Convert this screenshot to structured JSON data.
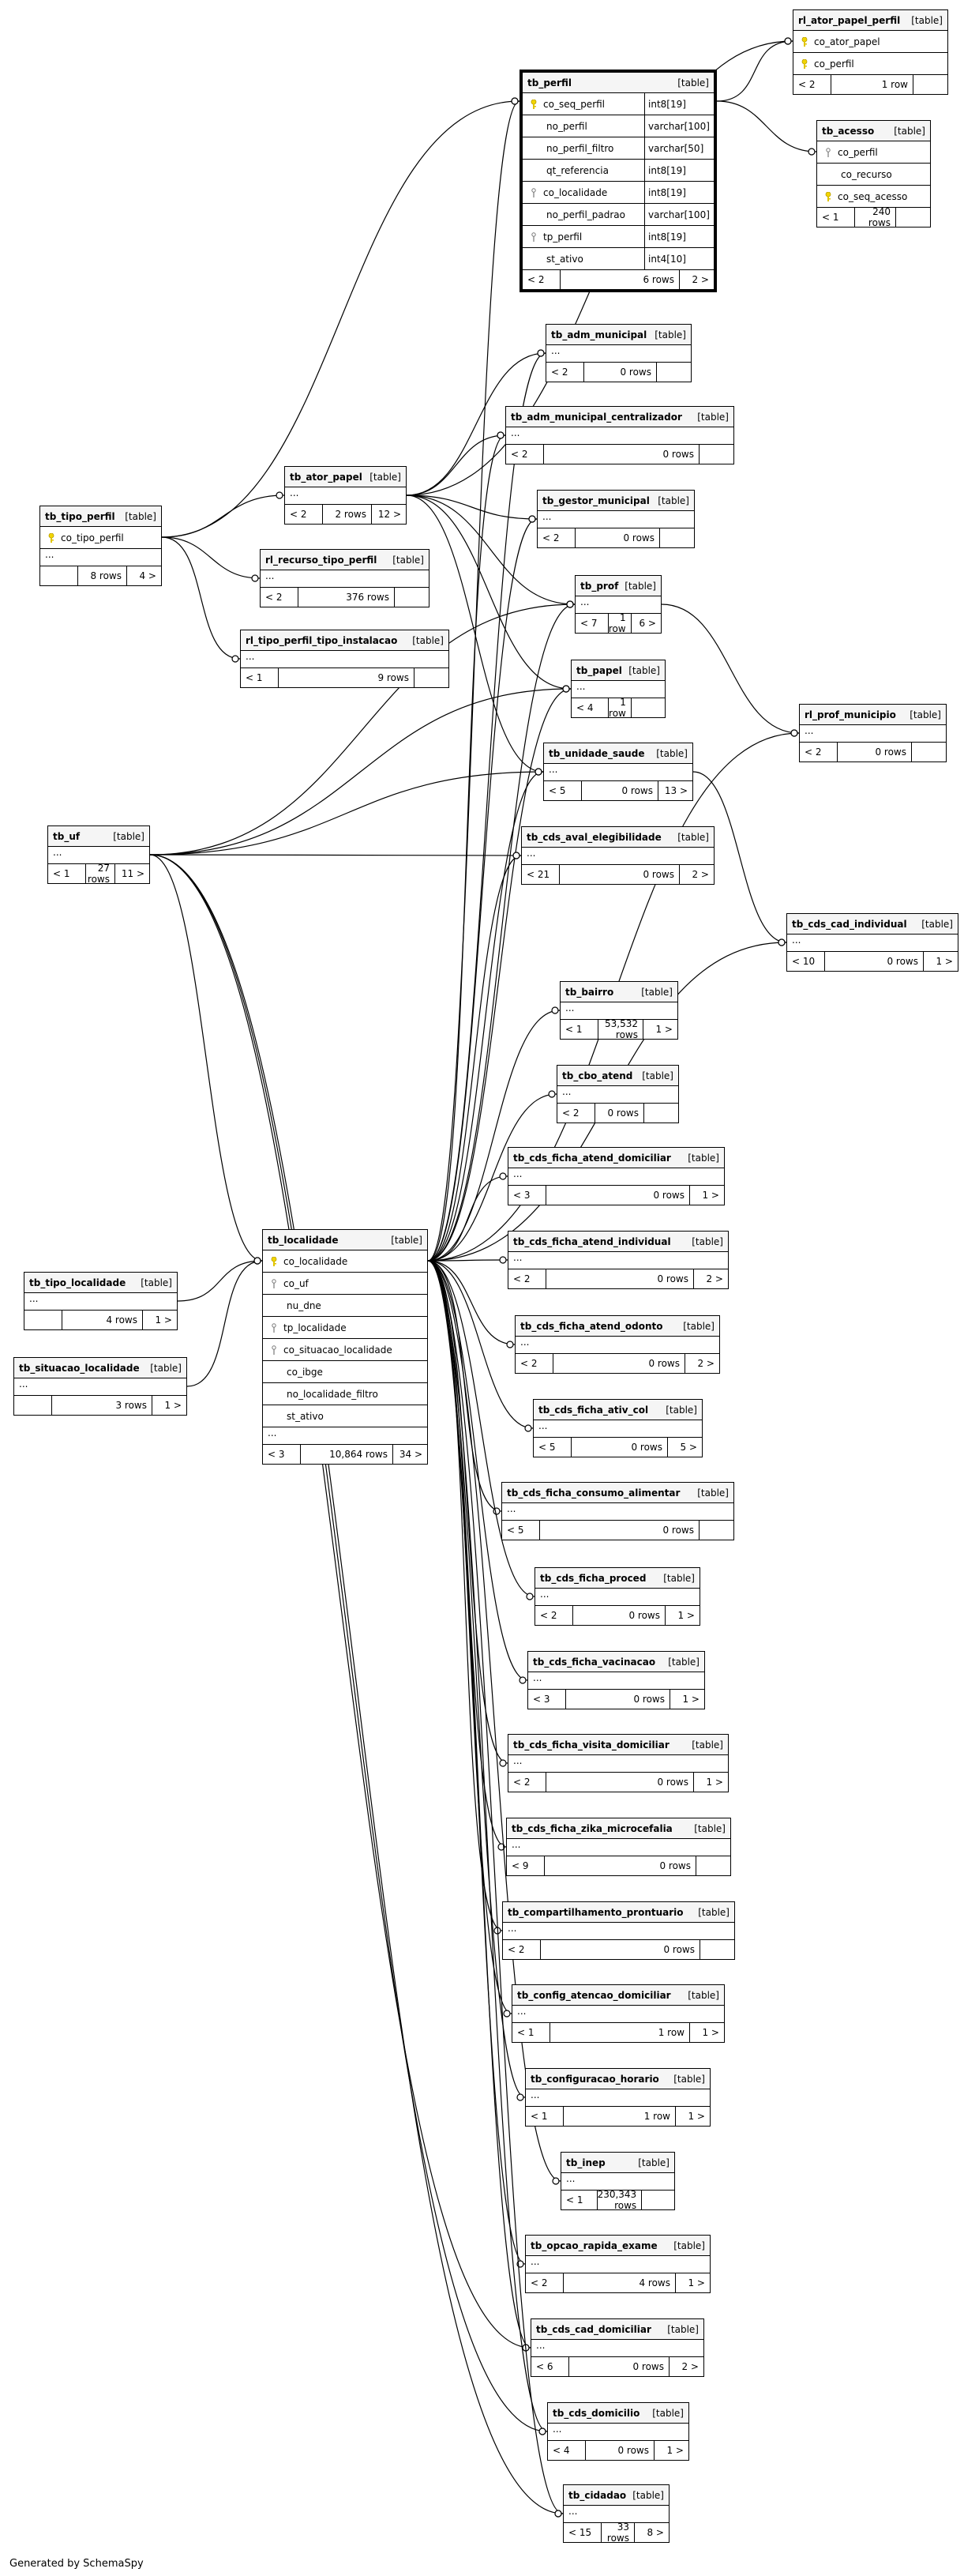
{
  "footer": "Generated by SchemaSpy",
  "type_label": "[table]",
  "tables": [
    {
      "id": "rl_ator_papel_perfil",
      "name": "rl_ator_papel_perfil",
      "cols": [
        {
          "n": "co_ator_papel",
          "k": "pk"
        },
        {
          "n": "co_perfil",
          "k": "pk"
        }
      ],
      "foot": [
        "< 2",
        "1 row",
        ""
      ]
    },
    {
      "id": "tb_perfil",
      "name": "tb_perfil",
      "focus": true,
      "cols": [
        {
          "n": "co_seq_perfil",
          "t": "int8[19]",
          "k": "pk"
        },
        {
          "n": "no_perfil",
          "t": "varchar[100]"
        },
        {
          "n": "no_perfil_filtro",
          "t": "varchar[50]"
        },
        {
          "n": "qt_referencia",
          "t": "int8[19]"
        },
        {
          "n": "co_localidade",
          "t": "int8[19]",
          "k": "fk"
        },
        {
          "n": "no_perfil_padrao",
          "t": "varchar[100]"
        },
        {
          "n": "tp_perfil",
          "t": "int8[19]",
          "k": "fk"
        },
        {
          "n": "st_ativo",
          "t": "int4[10]"
        }
      ],
      "foot": [
        "< 2",
        "6 rows",
        "2 >"
      ]
    },
    {
      "id": "tb_acesso",
      "name": "tb_acesso",
      "cols": [
        {
          "n": "co_perfil",
          "k": "fk"
        },
        {
          "n": "co_recurso"
        },
        {
          "n": "co_seq_acesso",
          "k": "pk"
        }
      ],
      "foot": [
        "< 1",
        "240 rows",
        ""
      ]
    },
    {
      "id": "tb_adm_municipal",
      "name": "tb_adm_municipal",
      "ellipsis": true,
      "foot": [
        "< 2",
        "0 rows",
        ""
      ]
    },
    {
      "id": "tb_adm_municipal_centralizador",
      "name": "tb_adm_municipal_centralizador",
      "ellipsis": true,
      "foot": [
        "< 2",
        "0 rows",
        ""
      ]
    },
    {
      "id": "tb_ator_papel",
      "name": "tb_ator_papel",
      "ellipsis": true,
      "foot": [
        "< 2",
        "2 rows",
        "12 >"
      ]
    },
    {
      "id": "tb_gestor_municipal",
      "name": "tb_gestor_municipal",
      "ellipsis": true,
      "foot": [
        "< 2",
        "0 rows",
        ""
      ]
    },
    {
      "id": "tb_tipo_perfil",
      "name": "tb_tipo_perfil",
      "cols": [
        {
          "n": "co_tipo_perfil",
          "k": "pk"
        }
      ],
      "ellipsis": true,
      "foot": [
        "",
        "8 rows",
        "4 >"
      ]
    },
    {
      "id": "rl_recurso_tipo_perfil",
      "name": "rl_recurso_tipo_perfil",
      "ellipsis": true,
      "foot": [
        "< 2",
        "376 rows",
        ""
      ]
    },
    {
      "id": "tb_prof",
      "name": "tb_prof",
      "ellipsis": true,
      "foot": [
        "< 7",
        "1 row",
        "6 >"
      ]
    },
    {
      "id": "rl_tipo_perfil_tipo_instalacao",
      "name": "rl_tipo_perfil_tipo_instalacao",
      "ellipsis": true,
      "foot": [
        "< 1",
        "9 rows",
        ""
      ]
    },
    {
      "id": "tb_papel",
      "name": "tb_papel",
      "ellipsis": true,
      "foot": [
        "< 4",
        "1 row",
        ""
      ]
    },
    {
      "id": "rl_prof_municipio",
      "name": "rl_prof_municipio",
      "ellipsis": true,
      "foot": [
        "< 2",
        "0 rows",
        ""
      ]
    },
    {
      "id": "tb_unidade_saude",
      "name": "tb_unidade_saude",
      "ellipsis": true,
      "foot": [
        "< 5",
        "0 rows",
        "13 >"
      ]
    },
    {
      "id": "tb_uf",
      "name": "tb_uf",
      "ellipsis": true,
      "foot": [
        "< 1",
        "27 rows",
        "11 >"
      ]
    },
    {
      "id": "tb_cds_aval_elegibilidade",
      "name": "tb_cds_aval_elegibilidade",
      "ellipsis": true,
      "foot": [
        "< 21",
        "0 rows",
        "2 >"
      ]
    },
    {
      "id": "tb_cds_cad_individual",
      "name": "tb_cds_cad_individual",
      "ellipsis": true,
      "foot": [
        "< 10",
        "0 rows",
        "1 >"
      ]
    },
    {
      "id": "tb_bairro",
      "name": "tb_bairro",
      "ellipsis": true,
      "foot": [
        "< 1",
        "53,532 rows",
        "1 >"
      ]
    },
    {
      "id": "tb_cbo_atend",
      "name": "tb_cbo_atend",
      "ellipsis": true,
      "foot": [
        "< 2",
        "0 rows",
        ""
      ]
    },
    {
      "id": "tb_cds_ficha_atend_domiciliar",
      "name": "tb_cds_ficha_atend_domiciliar",
      "ellipsis": true,
      "foot": [
        "< 3",
        "0 rows",
        "1 >"
      ]
    },
    {
      "id": "tb_localidade",
      "name": "tb_localidade",
      "cols": [
        {
          "n": "co_localidade",
          "k": "pk"
        },
        {
          "n": "co_uf",
          "k": "fk"
        },
        {
          "n": "nu_dne"
        },
        {
          "n": "tp_localidade",
          "k": "fk"
        },
        {
          "n": "co_situacao_localidade",
          "k": "fk"
        },
        {
          "n": "co_ibge"
        },
        {
          "n": "no_localidade_filtro"
        },
        {
          "n": "st_ativo"
        }
      ],
      "ellipsis": true,
      "foot": [
        "< 3",
        "10,864 rows",
        "34 >"
      ]
    },
    {
      "id": "tb_cds_ficha_atend_individual",
      "name": "tb_cds_ficha_atend_individual",
      "ellipsis": true,
      "foot": [
        "< 2",
        "0 rows",
        "2 >"
      ]
    },
    {
      "id": "tb_tipo_localidade",
      "name": "tb_tipo_localidade",
      "ellipsis": true,
      "foot": [
        "",
        "4 rows",
        "1 >"
      ]
    },
    {
      "id": "tb_cds_ficha_atend_odonto",
      "name": "tb_cds_ficha_atend_odonto",
      "ellipsis": true,
      "foot": [
        "< 2",
        "0 rows",
        "2 >"
      ]
    },
    {
      "id": "tb_situacao_localidade",
      "name": "tb_situacao_localidade",
      "ellipsis": true,
      "foot": [
        "",
        "3 rows",
        "1 >"
      ]
    },
    {
      "id": "tb_cds_ficha_ativ_col",
      "name": "tb_cds_ficha_ativ_col",
      "ellipsis": true,
      "foot": [
        "< 5",
        "0 rows",
        "5 >"
      ]
    },
    {
      "id": "tb_cds_ficha_consumo_alimentar",
      "name": "tb_cds_ficha_consumo_alimentar",
      "ellipsis": true,
      "foot": [
        "< 5",
        "0 rows",
        ""
      ]
    },
    {
      "id": "tb_cds_ficha_proced",
      "name": "tb_cds_ficha_proced",
      "ellipsis": true,
      "foot": [
        "< 2",
        "0 rows",
        "1 >"
      ]
    },
    {
      "id": "tb_cds_ficha_vacinacao",
      "name": "tb_cds_ficha_vacinacao",
      "ellipsis": true,
      "foot": [
        "< 3",
        "0 rows",
        "1 >"
      ]
    },
    {
      "id": "tb_cds_ficha_visita_domiciliar",
      "name": "tb_cds_ficha_visita_domiciliar",
      "ellipsis": true,
      "foot": [
        "< 2",
        "0 rows",
        "1 >"
      ]
    },
    {
      "id": "tb_cds_ficha_zika_microcefalia",
      "name": "tb_cds_ficha_zika_microcefalia",
      "ellipsis": true,
      "foot": [
        "< 9",
        "0 rows",
        ""
      ]
    },
    {
      "id": "tb_compartilhamento_prontuario",
      "name": "tb_compartilhamento_prontuario",
      "ellipsis": true,
      "foot": [
        "< 2",
        "0 rows",
        ""
      ]
    },
    {
      "id": "tb_config_atencao_domiciliar",
      "name": "tb_config_atencao_domiciliar",
      "ellipsis": true,
      "foot": [
        "< 1",
        "1 row",
        "1 >"
      ]
    },
    {
      "id": "tb_configuracao_horario",
      "name": "tb_configuracao_horario",
      "ellipsis": true,
      "foot": [
        "< 1",
        "1 row",
        "1 >"
      ]
    },
    {
      "id": "tb_inep",
      "name": "tb_inep",
      "ellipsis": true,
      "foot": [
        "< 1",
        "230,343 rows",
        ""
      ]
    },
    {
      "id": "tb_opcao_rapida_exame",
      "name": "tb_opcao_rapida_exame",
      "ellipsis": true,
      "foot": [
        "< 2",
        "4 rows",
        "1 >"
      ]
    },
    {
      "id": "tb_cds_cad_domiciliar",
      "name": "tb_cds_cad_domiciliar",
      "ellipsis": true,
      "foot": [
        "< 6",
        "0 rows",
        "2 >"
      ]
    },
    {
      "id": "tb_cds_domicilio",
      "name": "tb_cds_domicilio",
      "ellipsis": true,
      "foot": [
        "< 4",
        "0 rows",
        "1 >"
      ]
    },
    {
      "id": "tb_cidadao",
      "name": "tb_cidadao",
      "ellipsis": true,
      "foot": [
        "< 15",
        "33 rows",
        "8 >"
      ]
    }
  ]
}
